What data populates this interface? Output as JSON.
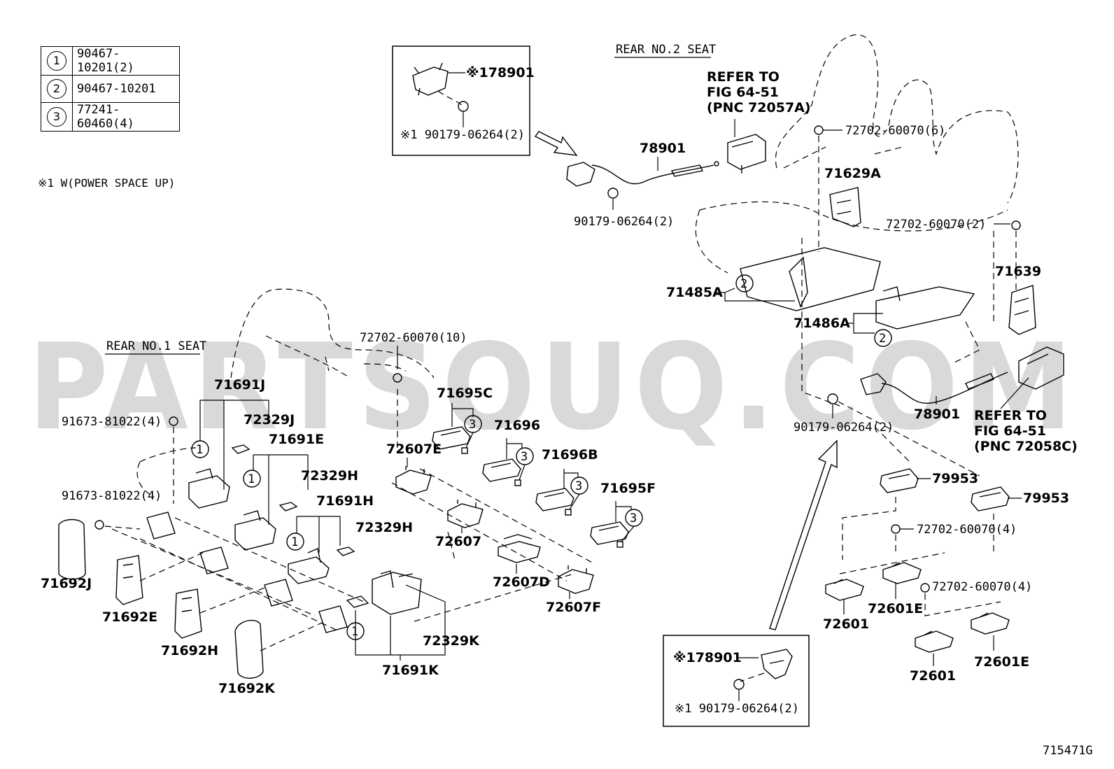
{
  "legend": [
    {
      "key": "1",
      "part": "90467-10201(2)"
    },
    {
      "key": "2",
      "part": "90467-10201"
    },
    {
      "key": "3",
      "part": "77241-60460(4)"
    }
  ],
  "note": "※1 W(POWER SPACE UP)",
  "watermark": "PARTSOUQ.COM",
  "sections": {
    "rear_no1": "REAR NO.1 SEAT",
    "rear_no2": "REAR NO.2 SEAT"
  },
  "insets": {
    "top": {
      "part_a": "※178901",
      "part_b": "※1 90179-06264(2)"
    },
    "bottom": {
      "part_a": "※178901",
      "part_b": "※1 90179-06264(2)"
    }
  },
  "refs": {
    "top": [
      "REFER TO",
      "FIG 64-51",
      "(PNC 72057A)"
    ],
    "bottom": [
      "REFER TO",
      "FIG 64-51",
      "(PNC 72058C)"
    ]
  },
  "labels": {
    "p78901_top": "78901",
    "p90179_top": "90179-06264(2)",
    "p72702_6": "72702-60070(6)",
    "p71629A": "71629A",
    "p72702_2": "72702-60070(2)",
    "p71639": "71639",
    "p71485A": "71485A",
    "p71486A": "71486A",
    "p78901_bot": "78901",
    "p90179_bot": "90179-06264(2)",
    "p79953_a": "79953",
    "p79953_b": "79953",
    "p72702_4a": "72702-60070(4)",
    "p72702_4b": "72702-60070(4)",
    "p72601_a": "72601",
    "p72601E_a": "72601E",
    "p72601_b": "72601",
    "p72601E_b": "72601E",
    "p72702_10": "72702-60070(10)",
    "p71691J": "71691J",
    "p91673_a": "91673-81022(4)",
    "p72329J": "72329J",
    "p71691E": "71691E",
    "p72329H": "72329H",
    "p91673_b": "91673-81022(4)",
    "p71691H": "71691H",
    "p72329H2": "72329H",
    "p71695C": "71695C",
    "p72607E": "72607E",
    "p71696": "71696",
    "p71696B": "71696B",
    "p71695F": "71695F",
    "p72607": "72607",
    "p72607D": "72607D",
    "p72607F": "72607F",
    "p71692J": "71692J",
    "p71692E": "71692E",
    "p71692H": "71692H",
    "p71692K": "71692K",
    "p72329K": "72329K",
    "p71691K": "71691K"
  },
  "circle_marks": {
    "one": "1",
    "two": "2",
    "three": "3"
  },
  "figure_id": "715471G"
}
